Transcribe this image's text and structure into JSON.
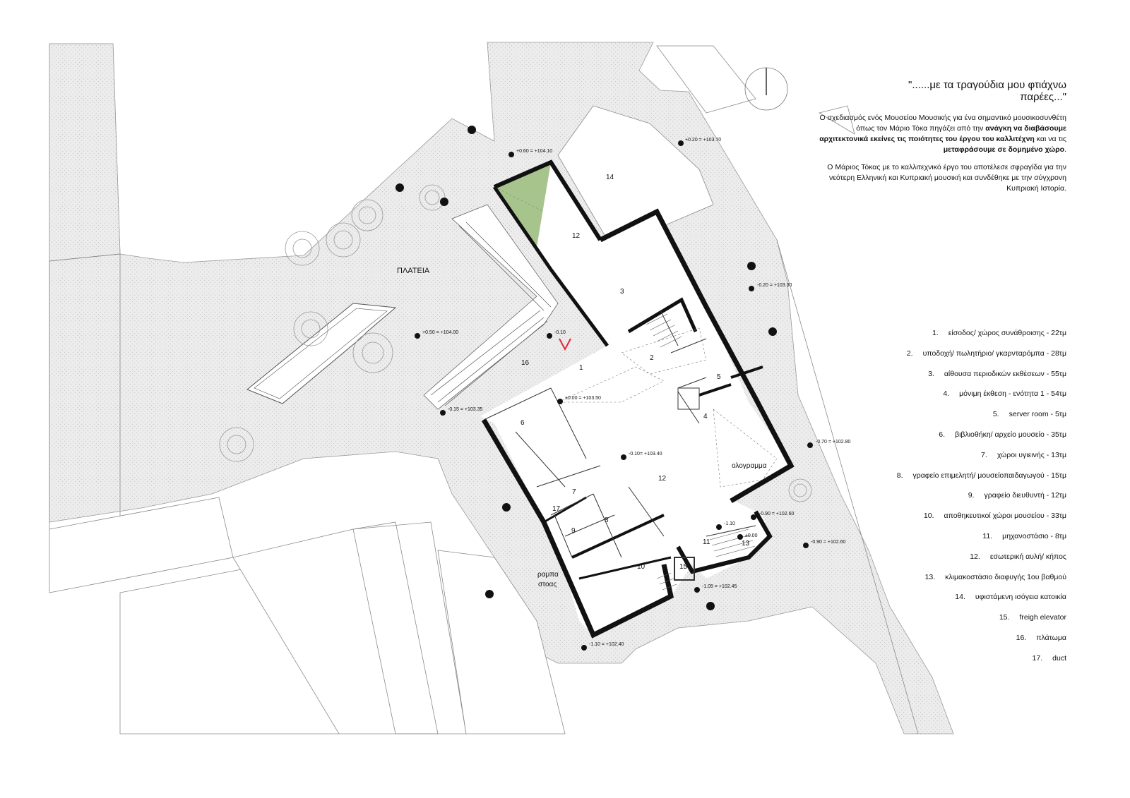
{
  "plan": {
    "square_label": "ΠΛΑΤΕΙΑ",
    "ramp_label_1": "ραμπα",
    "ramp_label_2": "στοας",
    "hologram_label": "ολογραμμα",
    "rooms": [
      "1",
      "2",
      "3",
      "4",
      "5",
      "6",
      "7",
      "8",
      "9",
      "10",
      "11",
      "12",
      "12",
      "13",
      "14",
      "15",
      "16",
      "17"
    ],
    "elevations": [
      "+0.60 = +104.10",
      "+0.20 = +103.70",
      "-0.20 = +103.30",
      "+0.50 = +104.00",
      "-0.10",
      "±0.00 = +103.50",
      "-0.15 = +103.35",
      "-0.10= +103.40",
      "-0.70 = +102.80",
      "-0.90 = +102.60",
      "-1.10",
      "±0.00",
      "-0.90 = +102.60",
      "-1.05 = +102.45",
      "-1.10 = +102.40"
    ],
    "colors": {
      "courtyard": "#a7c48d",
      "terrain": "#ececec",
      "wall": "#111111",
      "entrance_mark": "#e8223a"
    }
  },
  "text": {
    "quote_line1": "\"......με τα τραγούδια μου φτιάχνω",
    "quote_line2": "παρέες...\"",
    "p1_part1": "Ο σχεδιασμός ενός Μουσείου Μουσικής για ένα σημαντικό μουσικοσυνθέτη όπως τον Μάριο Τόκα πηγάζει από την",
    "p1_bold1": "ανάγκη να διαβάσουμε αρχιτεκτονικά εκείνες τις ποιότητες του έργου του καλλιτέχνη",
    "p1_part2": "και να τις",
    "p1_bold2": "μεταφράσουμε σε δομημένο χώρο",
    "p1_end": ".",
    "p2": "Ο Μάριος Τόκας με το καλλιτεχνικό έργο του αποτέλεσε σφραγίδα για την νεότερη Ελληνική και Κυπριακή μουσική και συνδέθηκε με την σύγχρονη Κυπριακή Ιστορία."
  },
  "legend": [
    {
      "num": "1.",
      "text": "είσοδος/ χώρος συνάθροισης - 22τμ"
    },
    {
      "num": "2.",
      "text": "υποδοχή/ πωλητήριο/ γκαρνταρόμπα - 28τμ"
    },
    {
      "num": "3.",
      "text": "αίθουσα περιοδικών εκθέσεων - 55τμ"
    },
    {
      "num": "4.",
      "text": "μόνιμη έκθεση - ενότητα 1 - 54τμ"
    },
    {
      "num": "5.",
      "text": "server room - 5τμ"
    },
    {
      "num": "6.",
      "text": "βιβλιοθήκη/ αρχείο μουσείο - 35τμ"
    },
    {
      "num": "7.",
      "text": "χώροι υγιεινής - 13τμ"
    },
    {
      "num": "8.",
      "text": "γραφείο επιμελητή/ μουσείοπαιδαγωγού - 15τμ"
    },
    {
      "num": "9.",
      "text": "γραφείο διευθυντή - 12τμ"
    },
    {
      "num": "10.",
      "text": "αποθηκευτικοί χώροι μουσείου - 33τμ"
    },
    {
      "num": "11.",
      "text": "μηχανοστάσιο - 8τμ"
    },
    {
      "num": "12.",
      "text": "εσωτερική αυλή/ κήπος"
    },
    {
      "num": "13.",
      "text": "κλιμακοστάσιο διαφυγής 1ου βαθμού"
    },
    {
      "num": "14.",
      "text": "υφιστάμενη ισόγεια κατοικία"
    },
    {
      "num": "15.",
      "text": "freigh elevator"
    },
    {
      "num": "16.",
      "text": "πλάτωμα"
    },
    {
      "num": "17.",
      "text": "duct"
    }
  ]
}
